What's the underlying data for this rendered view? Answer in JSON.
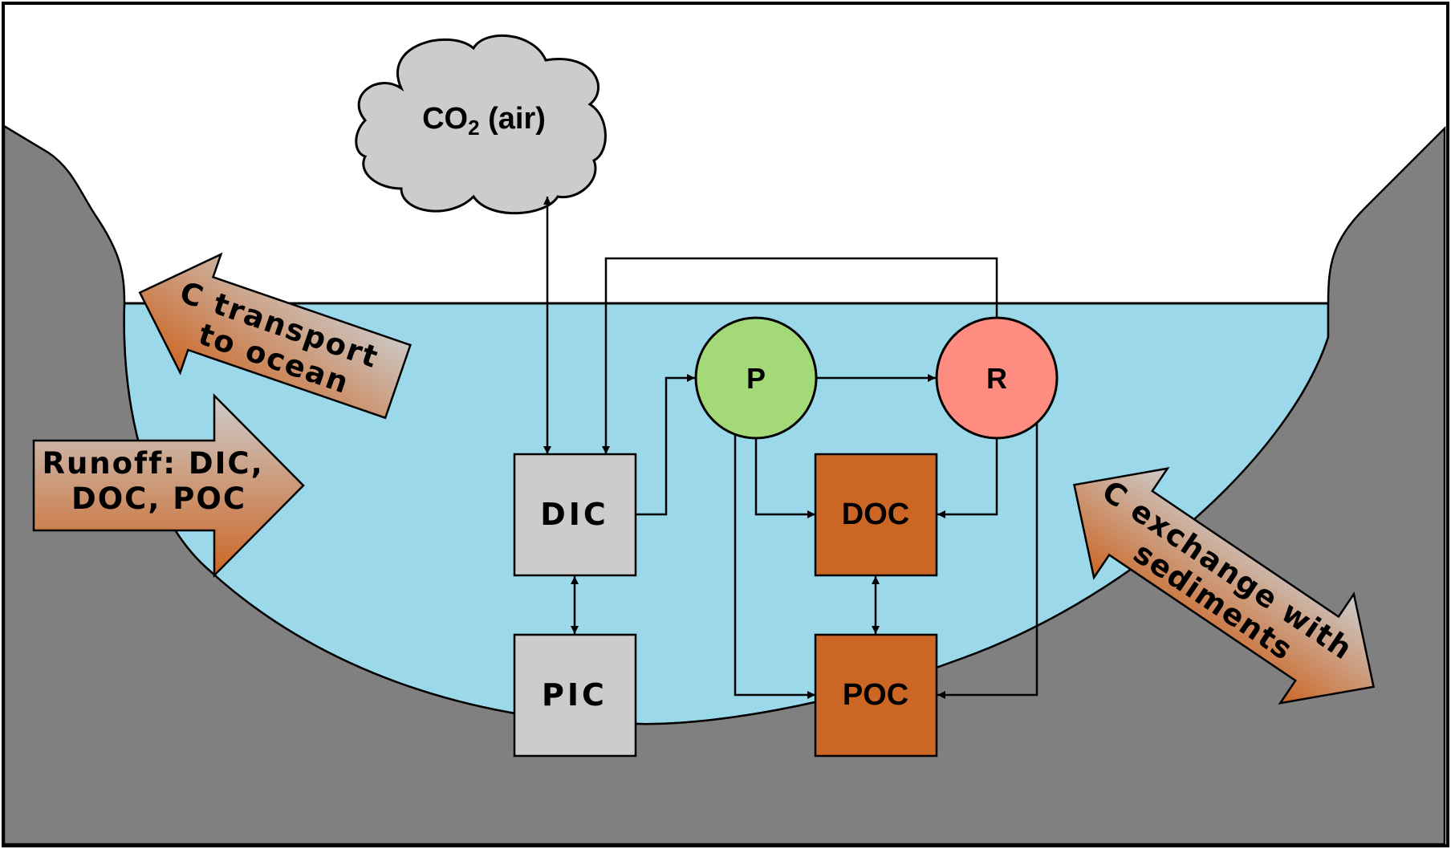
{
  "diagram": {
    "cloud": {
      "prefix": "CO",
      "subscript": "2",
      "suffix": " (air)"
    },
    "nodes": {
      "dic": "DIC",
      "pic": "PIC",
      "doc": "DOC",
      "poc": "POC",
      "p": "P",
      "r": "R"
    },
    "arrows": {
      "transport": [
        "C transport",
        "to ocean"
      ],
      "runoff": [
        "Runoff: DIC,",
        "DOC, POC"
      ],
      "sediment": [
        "C exchange with",
        "sediments"
      ]
    },
    "colors": {
      "sky": "#ffffff",
      "ground": "#808080",
      "water": "#9bd9ea",
      "inorganic_box": "#cccccc",
      "organic_box": "#cc6625",
      "producer": "#a3d977",
      "respiration": "#ff8c80",
      "cloud": "#cccccc",
      "arrow_gradient": [
        "#cccccc",
        "#cc6625"
      ]
    }
  }
}
